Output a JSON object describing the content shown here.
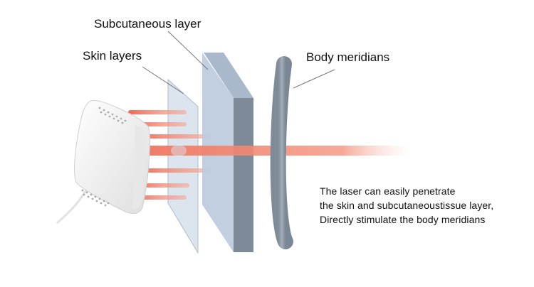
{
  "labels": {
    "subcutaneous_layer": "Subcutaneous layer",
    "skin_layers": "Skin layers",
    "body_meridians": "Body meridians"
  },
  "caption": {
    "lines": [
      "The laser can easily penetrate",
      "the skin and subcutaneoustissue layer,",
      "Directly stimulate the body meridians"
    ]
  },
  "colors": {
    "laser": "#f0735d",
    "skin_layer": "#c9d5e3",
    "subcutaneous_front": "#bccbdd",
    "subcutaneous_side": "#7e8a98",
    "meridian": "#8d98a6",
    "device": "#f4f4f4",
    "leader_line": "#777777"
  },
  "icons": {
    "device": "laser-therapy-device-icon"
  }
}
